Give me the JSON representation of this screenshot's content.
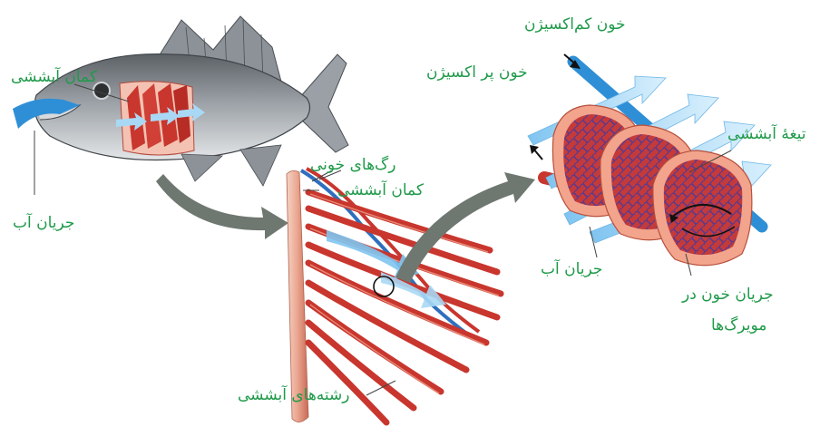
{
  "labels": {
    "gill_arch_fish": "کمان آبششی",
    "water_flow_left": "جریان آب",
    "blood_vessels": "رگ‌های خونی",
    "gill_arch_middle": "کمان آبششی",
    "gill_filaments": "رشته‌های آبششی",
    "low_oxygen_blood": "خون کم‌اکسیژن",
    "high_oxygen_blood": "خون پر اکسیژن",
    "gill_lamella": "تیغهٔ آبششی",
    "water_flow_right": "جریان آب",
    "capillary_blood_flow_line1": "جریان خون در",
    "capillary_blood_flow_line2": "مویرگ‌ها"
  },
  "colors": {
    "label_green": "#1f9a4a",
    "water_blue": "#2f8fd6",
    "water_arrow_light": "#a9d8f5",
    "gill_red": "#c8362e",
    "gill_pink": "#f2a48c",
    "capillary_purple": "#6a3c8e",
    "arrow_grey": "#6e7770",
    "fish_grey": "#8a8f94"
  }
}
